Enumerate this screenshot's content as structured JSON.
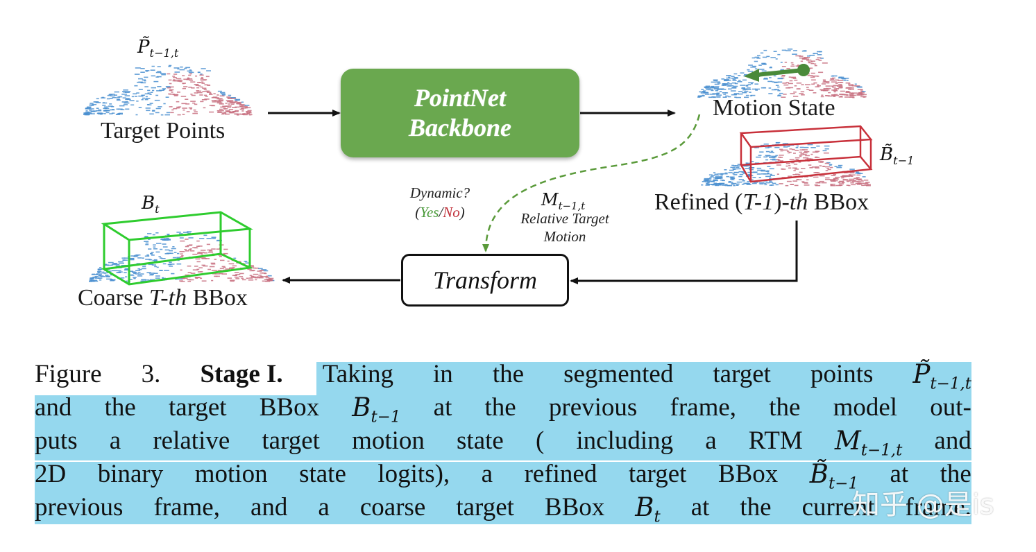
{
  "diagram": {
    "input_symbol": "P̃",
    "input_symbol_sub": "t−1,t",
    "input_label": "Target Points",
    "backbone_line1": "PointNet",
    "backbone_line2": "Backbone",
    "motion_state_label": "Motion State",
    "refined_symbol": "B̃",
    "refined_symbol_sub": "t−1",
    "refined_label_prefix": "Refined (",
    "refined_label_italic": "T-1",
    "refined_label_dash": ")-",
    "refined_label_th": "th",
    "refined_label_suffix": " BBox",
    "dynamic_question": "Dynamic?",
    "dynamic_open": "(",
    "dynamic_yes": "Yes",
    "dynamic_slash": "/",
    "dynamic_no": "No",
    "dynamic_close": ")",
    "rtm_symbol": "M",
    "rtm_symbol_sub": "t−1,t",
    "rtm_line1": "Relative Target",
    "rtm_line2": "Motion",
    "transform_label": "Transform",
    "coarse_symbol": "B",
    "coarse_symbol_sub": "t",
    "coarse_label_prefix": "Coarse ",
    "coarse_label_italic": "T-th",
    "coarse_label_suffix": " BBox"
  },
  "caption": {
    "lines": [
      [
        "Figure",
        "3.",
        "Stage I.",
        "Taking",
        "in",
        "the",
        "segmented",
        "target",
        "points",
        "P̃t−1,t"
      ],
      [
        "and",
        "the",
        "target",
        "BBox",
        "Bt−1",
        "at",
        "the",
        "previous",
        "frame,",
        "the",
        "model",
        "out-"
      ],
      [
        "puts",
        "a",
        "relative",
        "target",
        "motion",
        "state",
        "(",
        "including",
        "a",
        "RTM",
        "Mt−1,t",
        "and"
      ],
      [
        "2D",
        "binary",
        "motion",
        "state",
        "logits),",
        "a",
        "refined",
        "target",
        "BBox",
        "B̃t−1",
        "at",
        "the"
      ],
      [
        "previous",
        "frame,",
        "and",
        "a",
        "coarse",
        "target",
        "BBox",
        "Bt",
        "at",
        "the",
        "current",
        "frame."
      ]
    ]
  },
  "watermark": "知乎 @是is",
  "colors": {
    "backbone_fill": "#6aa84f",
    "highlight": "#95d8ee",
    "points_blue": "#4a8fd0",
    "points_red": "#c87080",
    "box_red": "#c8303a",
    "box_green": "#2ecc2e",
    "dashed_green": "#5a9a3a",
    "yes": "#4a9a3a",
    "no": "#c0303a"
  }
}
